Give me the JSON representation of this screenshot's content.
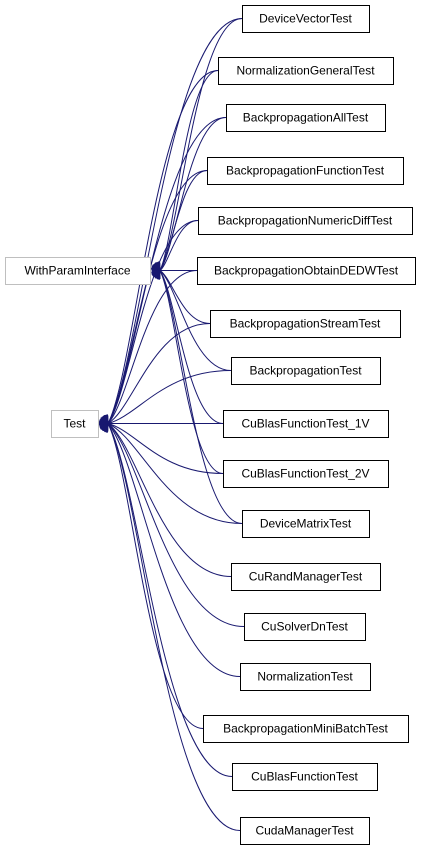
{
  "colors": {
    "edge": "#191970",
    "node_border": "#000000",
    "base_border": "#bfbfbf",
    "background": "#ffffff"
  },
  "base_classes": [
    {
      "id": "withparam",
      "label": "WithParamInterface"
    },
    {
      "id": "test",
      "label": "Test"
    }
  ],
  "derived_classes": [
    {
      "id": "dvt",
      "label": "DeviceVectorTest",
      "parents": [
        "withparam",
        "test"
      ]
    },
    {
      "id": "ngt",
      "label": "NormalizationGeneralTest",
      "parents": [
        "withparam",
        "test"
      ]
    },
    {
      "id": "bat",
      "label": "BackpropagationAllTest",
      "parents": [
        "withparam",
        "test"
      ]
    },
    {
      "id": "bft",
      "label": "BackpropagationFunctionTest",
      "parents": [
        "withparam",
        "test"
      ]
    },
    {
      "id": "bndt",
      "label": "BackpropagationNumericDiffTest",
      "parents": [
        "withparam",
        "test"
      ]
    },
    {
      "id": "bodt",
      "label": "BackpropagationObtainDEDWTest",
      "parents": [
        "withparam",
        "test"
      ]
    },
    {
      "id": "bst",
      "label": "BackpropagationStreamTest",
      "parents": [
        "withparam",
        "test"
      ]
    },
    {
      "id": "bt",
      "label": "BackpropagationTest",
      "parents": [
        "withparam",
        "test"
      ]
    },
    {
      "id": "cbf1",
      "label": "CuBlasFunctionTest_1V",
      "parents": [
        "withparam",
        "test"
      ]
    },
    {
      "id": "cbf2",
      "label": "CuBlasFunctionTest_2V",
      "parents": [
        "withparam",
        "test"
      ]
    },
    {
      "id": "dmt",
      "label": "DeviceMatrixTest",
      "parents": [
        "withparam",
        "test"
      ]
    },
    {
      "id": "crmt",
      "label": "CuRandManagerTest",
      "parents": [
        "test"
      ]
    },
    {
      "id": "csdt",
      "label": "CuSolverDnTest",
      "parents": [
        "test"
      ]
    },
    {
      "id": "nt",
      "label": "NormalizationTest",
      "parents": [
        "test"
      ]
    },
    {
      "id": "bmbt",
      "label": "BackpropagationMiniBatchTest",
      "parents": [
        "test"
      ]
    },
    {
      "id": "cbft",
      "label": "CuBlasFunctionTest",
      "parents": [
        "test"
      ]
    },
    {
      "id": "cmt",
      "label": "CudaManagerTest",
      "parents": [
        "test"
      ]
    }
  ]
}
